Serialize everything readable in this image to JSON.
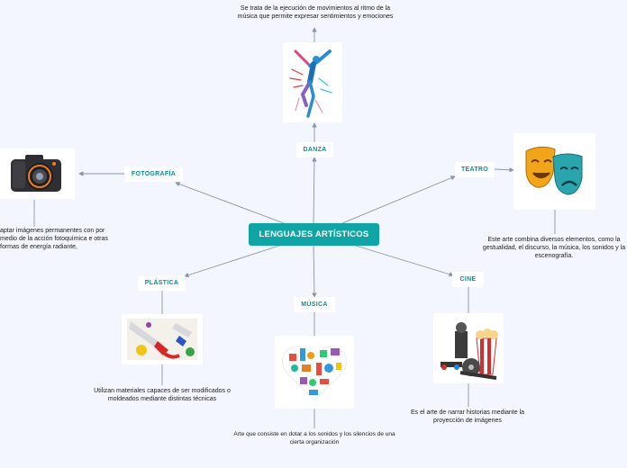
{
  "central": "LENGUAJES ARTÍSTICOS",
  "topics": {
    "danza": "DANZA",
    "fotografia": "FOTOGRAFÍA",
    "teatro": "TEATRO",
    "plastica": "PLÁSTICA",
    "musica": "MÚSICA",
    "cine": "CINE"
  },
  "descriptions": {
    "danza": "Se trata de la ejecución de movimientos al ritmo de la música que permite expresar sentimientos y emociones",
    "fotografia": "aptar imágenes permanentes con por medio de la acción fotoquímica e otras formas de energía radiante,",
    "teatro": "Este arte combina diversos elementos, como la gestualidad, el discurso, la música, los sonidos y la escenografía.",
    "plastica": "Utilizan materiales capaces de ser modificados o moldeados mediante distintas técnicas",
    "musica": "Arte que consiste en dotar a los sonidos y los silencios de una cierta organización",
    "cine": "Es el arte de narrar historias mediante la proyección de imágenes"
  },
  "colors": {
    "background": "#f3f6fe",
    "central": "#0fa4a6",
    "topic_text": "#0c8e91",
    "connector": "#8a93a8"
  },
  "images": {
    "danza": "dancer-illustration",
    "fotografia": "camera-icon",
    "teatro": "theater-masks-icon",
    "plastica": "paint-tubes-icon",
    "musica": "music-instruments-heart-icon",
    "cine": "cinema-icon"
  }
}
